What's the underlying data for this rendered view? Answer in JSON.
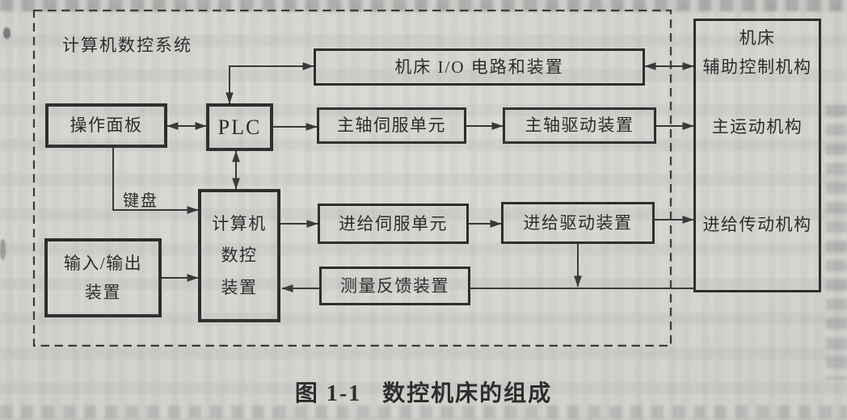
{
  "colors": {
    "paper": "#d6d5d0",
    "ink": "#383838",
    "box_border": "#2d2d2d"
  },
  "figure": {
    "label": "图 1-1",
    "title": "数控机床的组成"
  },
  "cnc_system": {
    "label": "计算机数控系统"
  },
  "nodes": {
    "op_panel": {
      "label": "操作面板"
    },
    "plc": {
      "label": "PLC"
    },
    "keyboard": {
      "label": "键盘"
    },
    "computer": {
      "lines": [
        "计算机",
        "数控",
        "装置"
      ]
    },
    "io_device": {
      "lines": [
        "输入/输出",
        "装置"
      ]
    },
    "machine_io": {
      "label": "机床 I/O 电路和装置"
    },
    "spindle_servo": {
      "label": "主轴伺服单元"
    },
    "spindle_drive": {
      "label": "主轴驱动装置"
    },
    "feed_servo": {
      "label": "进给伺服单元"
    },
    "feed_drive": {
      "label": "进给驱动装置"
    },
    "feedback": {
      "label": "测量反馈装置"
    },
    "machine": {
      "title": "机床",
      "items": [
        "辅助控制机构",
        "主运动机构",
        "进给传动机构"
      ]
    }
  },
  "diagram_data": {
    "type": "block-diagram",
    "container": "计算机数控系统",
    "edges": [
      {
        "from": "操作面板",
        "to": "PLC",
        "direction": "bidirectional"
      },
      {
        "from": "PLC",
        "to": "机床 I/O 电路和装置",
        "direction": "bidirectional"
      },
      {
        "from": "PLC",
        "to": "计算机数控装置",
        "direction": "bidirectional"
      },
      {
        "from": "PLC",
        "to": "主轴伺服单元",
        "direction": "forward"
      },
      {
        "from": "主轴伺服单元",
        "to": "主轴驱动装置",
        "direction": "forward"
      },
      {
        "from": "主轴驱动装置",
        "to": "机床(主运动机构)",
        "direction": "forward"
      },
      {
        "from": "机床 I/O 电路和装置",
        "to": "机床(辅助控制机构)",
        "direction": "bidirectional"
      },
      {
        "from": "操作面板",
        "to": "计算机数控装置",
        "direction": "forward",
        "via": "键盘"
      },
      {
        "from": "输入/输出装置",
        "to": "计算机数控装置",
        "direction": "forward"
      },
      {
        "from": "计算机数控装置",
        "to": "进给伺服单元",
        "direction": "forward"
      },
      {
        "from": "进给伺服单元",
        "to": "进给驱动装置",
        "direction": "forward"
      },
      {
        "from": "进给驱动装置",
        "to": "机床(进给传动机构)",
        "direction": "forward"
      },
      {
        "from": "进给驱动装置",
        "to": "测量反馈线",
        "direction": "forward"
      },
      {
        "from": "机床(进给传动机构)",
        "to": "测量反馈装置",
        "direction": "forward"
      },
      {
        "from": "测量反馈装置",
        "to": "计算机数控装置",
        "direction": "forward"
      }
    ]
  }
}
